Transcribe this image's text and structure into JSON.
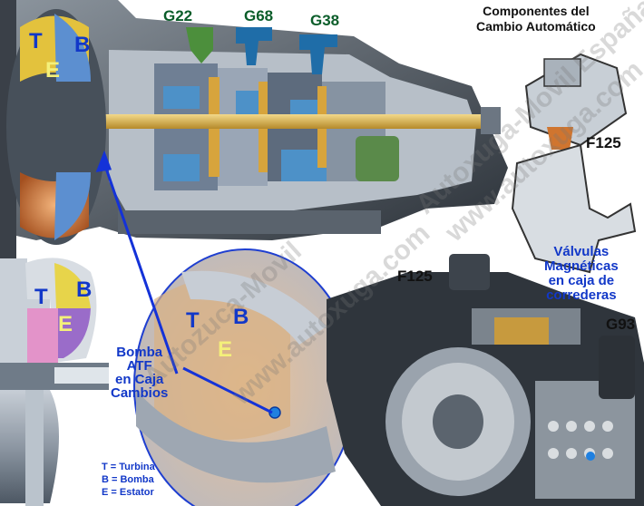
{
  "title": {
    "line1": "Componentes del",
    "line2": "Cambio Automático"
  },
  "sensors": {
    "g22": "G22",
    "g68": "G68",
    "g38": "G38",
    "f125_top": "F125",
    "f125_mid": "F125",
    "g93": "G93"
  },
  "valves_label": {
    "l1": "Válvulas",
    "l2": "Magnéticas",
    "l3": "en caja de",
    "l4": "correderas"
  },
  "pump_label": {
    "l1": "Bomba",
    "l2": "ATF",
    "l3": "en Caja",
    "l4": "Cambios"
  },
  "converter_letters": {
    "top": {
      "t": "T",
      "b": "B",
      "e": "E"
    },
    "left": {
      "t": "T",
      "b": "B",
      "e": "E"
    },
    "circle": {
      "t": "T",
      "b": "B",
      "e": "E"
    }
  },
  "legend": {
    "t": "T = Turbina",
    "b": "B = Bomba",
    "e": "E = Estator"
  },
  "watermarks": {
    "w1": "Autozuca-Movil",
    "w2": "www.autoxuga.com",
    "w3": "Autoxuga-Movil España",
    "w4": "www.autoxuga.com"
  },
  "colors": {
    "accent_blue": "#1238c8",
    "housing_gray": "#8d97a3",
    "gear_gold": "#d7a43c",
    "turbine_orange": "#c9703a"
  }
}
